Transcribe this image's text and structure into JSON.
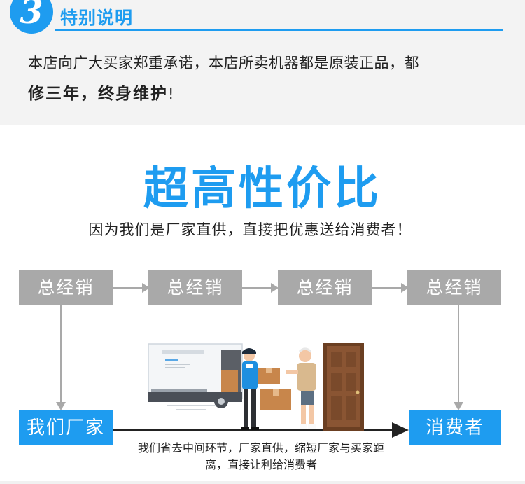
{
  "section": {
    "number": "3",
    "title": "特别说明",
    "paragraph_lead": "本店向广大买家郑重承诺，本店所卖机器都是原装正品，都",
    "paragraph_strong": "修三年，终身维护",
    "paragraph_end": "!"
  },
  "headline": "超高性价比",
  "subline": "因为我们是厂家直供，直接把优惠送给消费者！",
  "distributors": [
    "总经销",
    "总经销",
    "总经销",
    "总经销"
  ],
  "factory_label": "我们厂家",
  "consumer_label": "消费者",
  "note_line1": "我们省去中间环节，厂家直供，缩短厂家与买家距",
  "note_line2": "离，直接让利给消费者",
  "colors": {
    "accent": "#1e9cf0",
    "distributor_box": "#a9a9a9",
    "top_background": "#f3f3f3"
  }
}
